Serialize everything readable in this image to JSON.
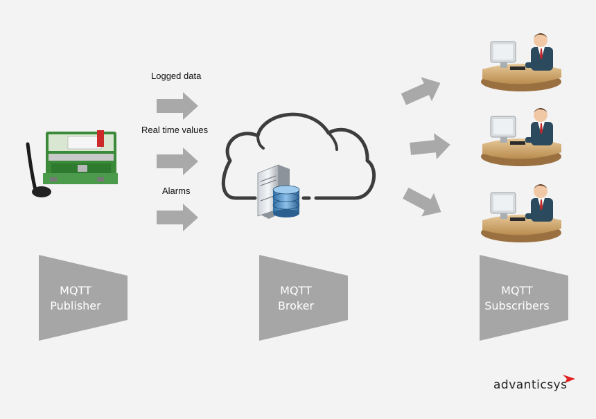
{
  "flows": {
    "logged": "Logged data",
    "realtime": "Real time values",
    "alarms": "Alarms"
  },
  "roles": {
    "publisher": {
      "line1": "MQTT",
      "line2": "Publisher"
    },
    "broker": {
      "line1": "MQTT",
      "line2": "Broker"
    },
    "subscribers": {
      "line1": "MQTT",
      "line2": "Subscribers"
    }
  },
  "brand": {
    "name": "advanticsys"
  },
  "colors": {
    "arrow": "#a9a9a9",
    "trapezoid": "#a6a6a6",
    "cloud_stroke": "#3d3d3d",
    "device_green": "#3a8a3a",
    "desk": "#d8b27a",
    "suit": "#2c4a5e",
    "brand_accent": "#e02020"
  },
  "icons": {
    "device": "iot-controller-icon",
    "cloud": "cloud-icon",
    "server": "server-database-icon",
    "subscriber": "person-at-computer-icon"
  }
}
